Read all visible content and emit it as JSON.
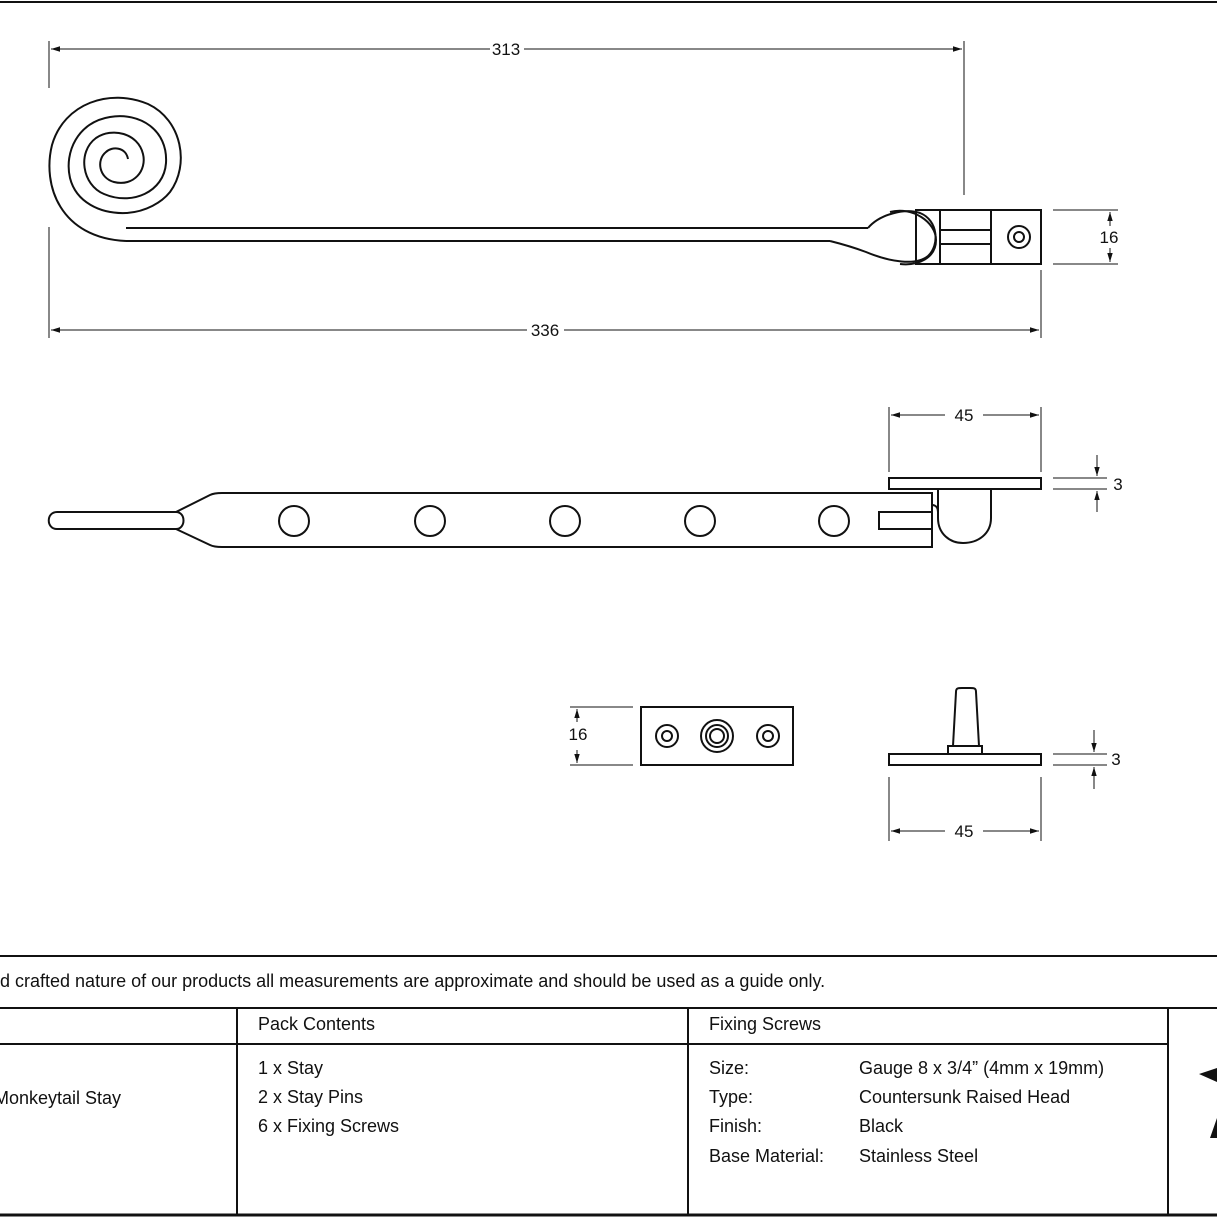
{
  "dimensions": {
    "arm_length_to_pin": "313",
    "overall_length": "336",
    "bracket_height": "16",
    "pin_plate_length_side": "45",
    "pin_plate_thickness_side": "3",
    "plate_height": "16",
    "pin_plate_thickness": "3",
    "pin_plate_length": "45"
  },
  "notice": "d crafted nature of our products all measurements are approximate and should be used as a guide only.",
  "table": {
    "product_name": "Monkeytail Stay",
    "pack_contents_header": "Pack Contents",
    "pack_contents": [
      "1 x Stay",
      "2 x Stay Pins",
      "6 x Fixing Screws"
    ],
    "fixing_screws_header": "Fixing Screws",
    "fixing_screws": [
      {
        "label": "Size:",
        "value": "Gauge 8 x 3/4” (4mm x 19mm)"
      },
      {
        "label": "Type:",
        "value": "Countersunk Raised Head"
      },
      {
        "label": "Finish:",
        "value": "Black"
      },
      {
        "label": "Base Material:",
        "value": "Stainless Steel"
      }
    ]
  }
}
